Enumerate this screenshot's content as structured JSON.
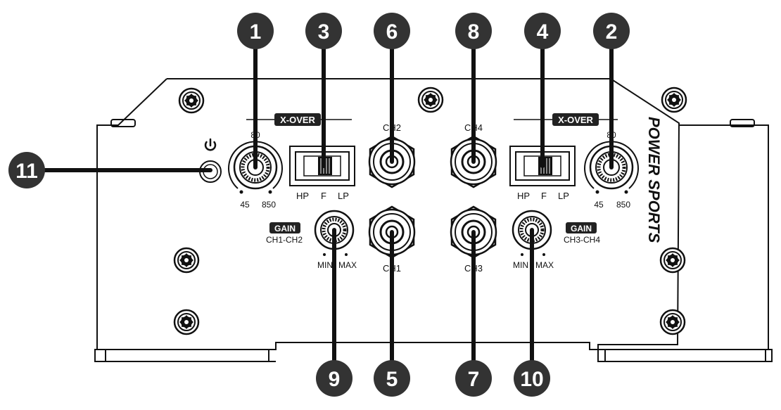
{
  "callouts": [
    "1",
    "2",
    "3",
    "4",
    "5",
    "6",
    "7",
    "8",
    "9",
    "10",
    "11"
  ],
  "panel": {
    "xover_badge": "X-OVER",
    "gain_badge": "GAIN",
    "brand": "POWER SPORTS",
    "left_xover": {
      "top": "80",
      "min": "45",
      "max": "850"
    },
    "right_xover": {
      "top": "80",
      "min": "45",
      "max": "850"
    },
    "switch_labels": [
      "HP",
      "F",
      "LP"
    ],
    "gain_left": {
      "channels": "CH1-CH2",
      "min": "MIN",
      "max": "MAX"
    },
    "gain_right": {
      "channels": "CH3-CH4",
      "min": "MIN",
      "max": "MAX"
    },
    "rca": {
      "ch1": "CH1",
      "ch2": "CH2",
      "ch3": "CH3",
      "ch4": "CH4"
    },
    "power_icon": "power-icon",
    "screw_icon": "torx-screw-icon"
  }
}
